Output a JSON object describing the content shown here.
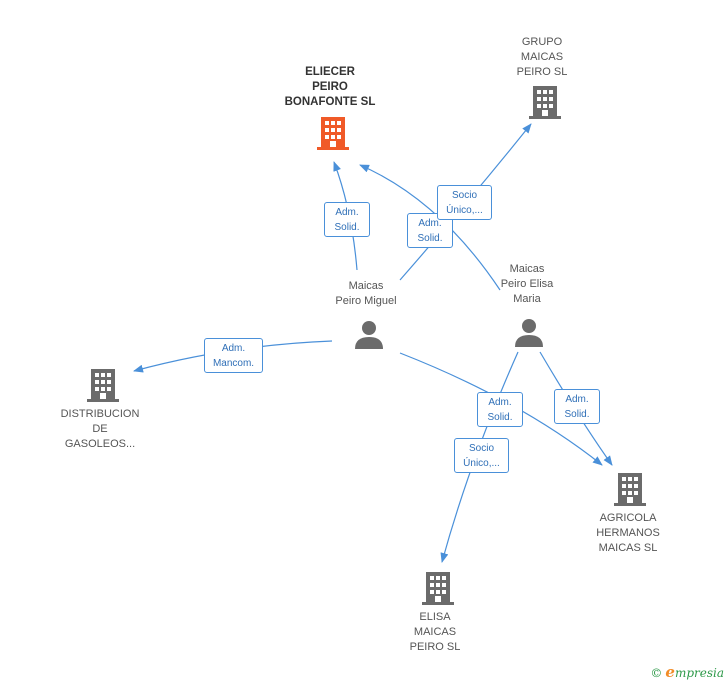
{
  "colors": {
    "edge": "#4a90d9",
    "building": "#6b6b6b",
    "building_main": "#f05a28",
    "person": "#6b6b6b"
  },
  "nodes": {
    "eliecer": {
      "label": "ELIECER\nPEIRO\nBONAFONTE SL",
      "icon": "building-icon"
    },
    "grupo": {
      "label": "GRUPO\nMAICAS\nPEIRO SL",
      "icon": "building-icon"
    },
    "distribucion": {
      "label": "DISTRIBUCION\nDE\nGASOLEOS...",
      "icon": "building-icon"
    },
    "miguel": {
      "label": "Maicas\nPeiro Miguel",
      "icon": "person-icon"
    },
    "elisa_maria": {
      "label": "Maicas\nPeiro Elisa\nMaria",
      "icon": "person-icon"
    },
    "agricola": {
      "label": "AGRICOLA\nHERMANOS\nMAICAS SL",
      "icon": "building-icon"
    },
    "elisa_sl": {
      "label": "ELISA\nMAICAS\nPEIRO SL",
      "icon": "building-icon"
    }
  },
  "edges": {
    "miguel_eliecer": "Adm.\nSolid.",
    "elisa_eliecer": "Adm.\nSolid.",
    "miguel_grupo": "Socio\nÚnico,...",
    "miguel_distribucion": "Adm.\nMancom.",
    "miguel_agricola": "Adm.\nSolid.",
    "elisa_agricola": "Adm.\nSolid.",
    "elisa_elisasl": "Socio\nÚnico,..."
  },
  "footer": {
    "copyright": "©",
    "brand_initial": "e",
    "brand_rest": "mpresia"
  }
}
